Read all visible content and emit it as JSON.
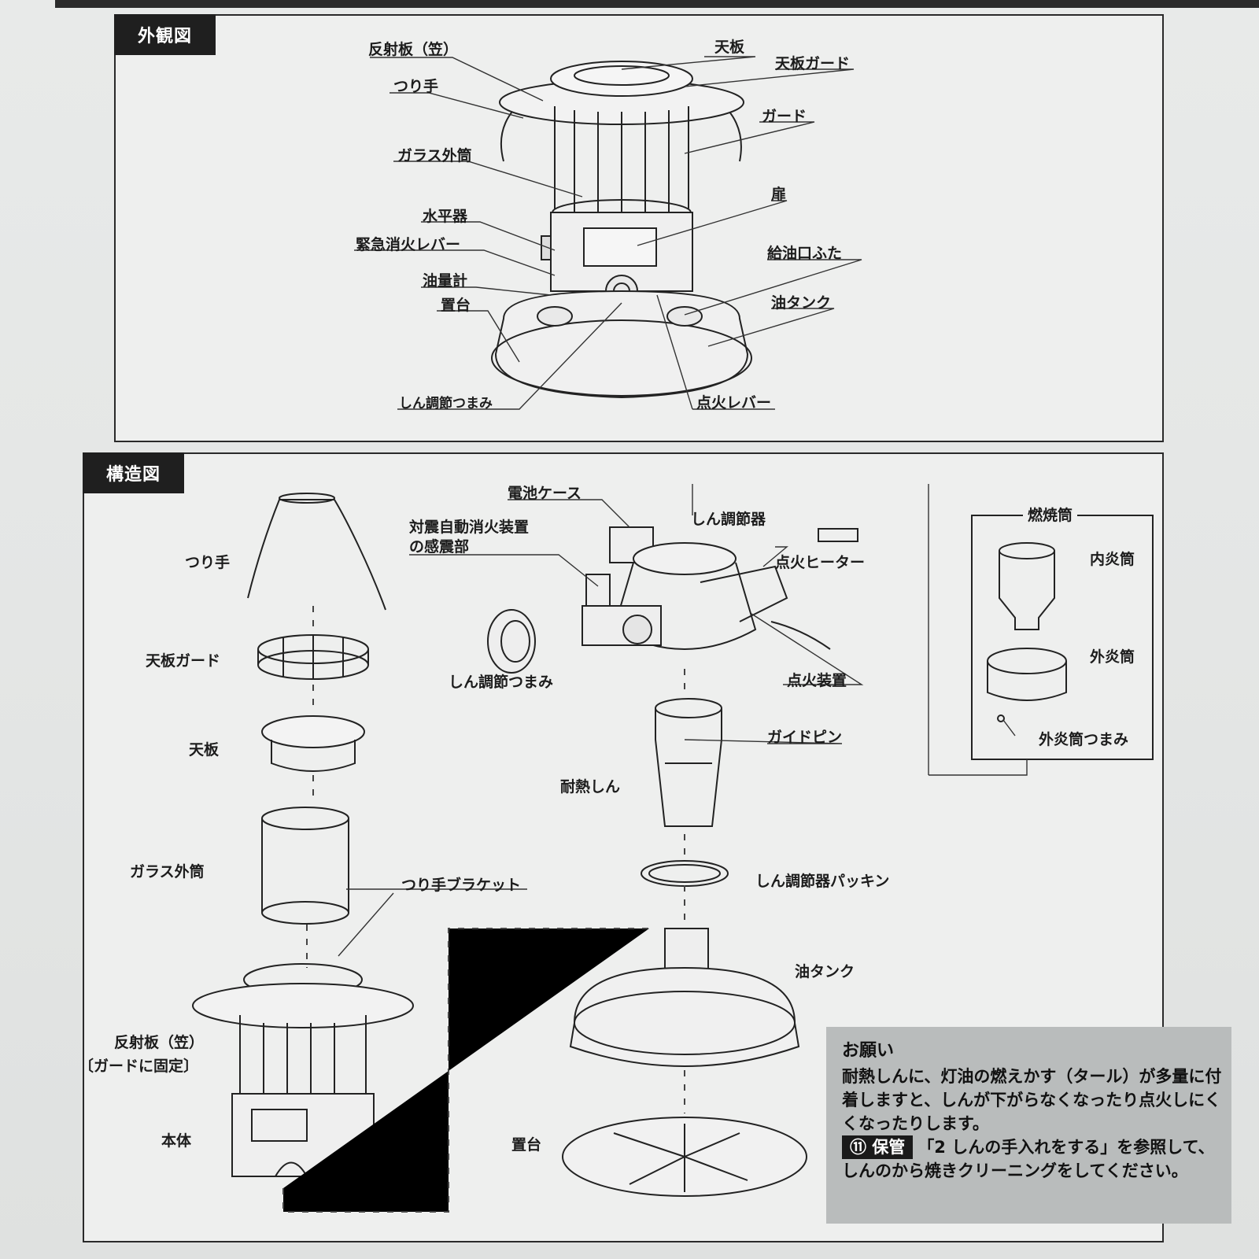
{
  "sections": {
    "exterior": {
      "title": "外観図",
      "labels": {
        "reflector": "反射板（笠）",
        "handle": "つり手",
        "glass": "ガラス外筒",
        "level": "水平器",
        "emergency": "緊急消火レバー",
        "gauge": "油量計",
        "base": "置台",
        "wick_knob": "しん調節つまみ",
        "top_plate": "天板",
        "top_guard": "天板ガード",
        "guard": "ガード",
        "door": "扉",
        "cap": "給油口ふた",
        "tank": "油タンク",
        "ignition": "点火レバー"
      }
    },
    "structure": {
      "title": "構造図",
      "labels": {
        "handle": "つり手",
        "top_guard": "天板ガード",
        "top_plate": "天板",
        "glass": "ガラス外筒",
        "bracket": "つり手ブラケット",
        "reflector": "反射板（笠）",
        "reflector_note": "〔ガードに固定〕",
        "body": "本体",
        "battery": "電池ケース",
        "seismic_1": "対震自動消火装置",
        "seismic_2": "の感震部",
        "wick_knob": "しん調節つまみ",
        "wick_adjuster": "しん調節器",
        "heater": "点火ヒーター",
        "igniter": "点火装置",
        "guide_pin": "ガイドピン",
        "wick": "耐熱しん",
        "packing": "しん調節器パッキン",
        "tank": "油タンク",
        "base": "置台",
        "burner": "燃焼筒",
        "inner": "内炎筒",
        "outer": "外炎筒",
        "outer_knob": "外炎筒つまみ"
      }
    }
  },
  "notice": {
    "title": "お願い",
    "line1": "耐熱しんに、灯油の燃えかす（タール）が多量に付着しますと、しんが下がらなくなったり点火しにくくなったりします。",
    "chip": "⑪ 保管",
    "line2": "「2 しんの手入れをする」を参照して、しんのから焼きクリーニングをしてください。"
  }
}
